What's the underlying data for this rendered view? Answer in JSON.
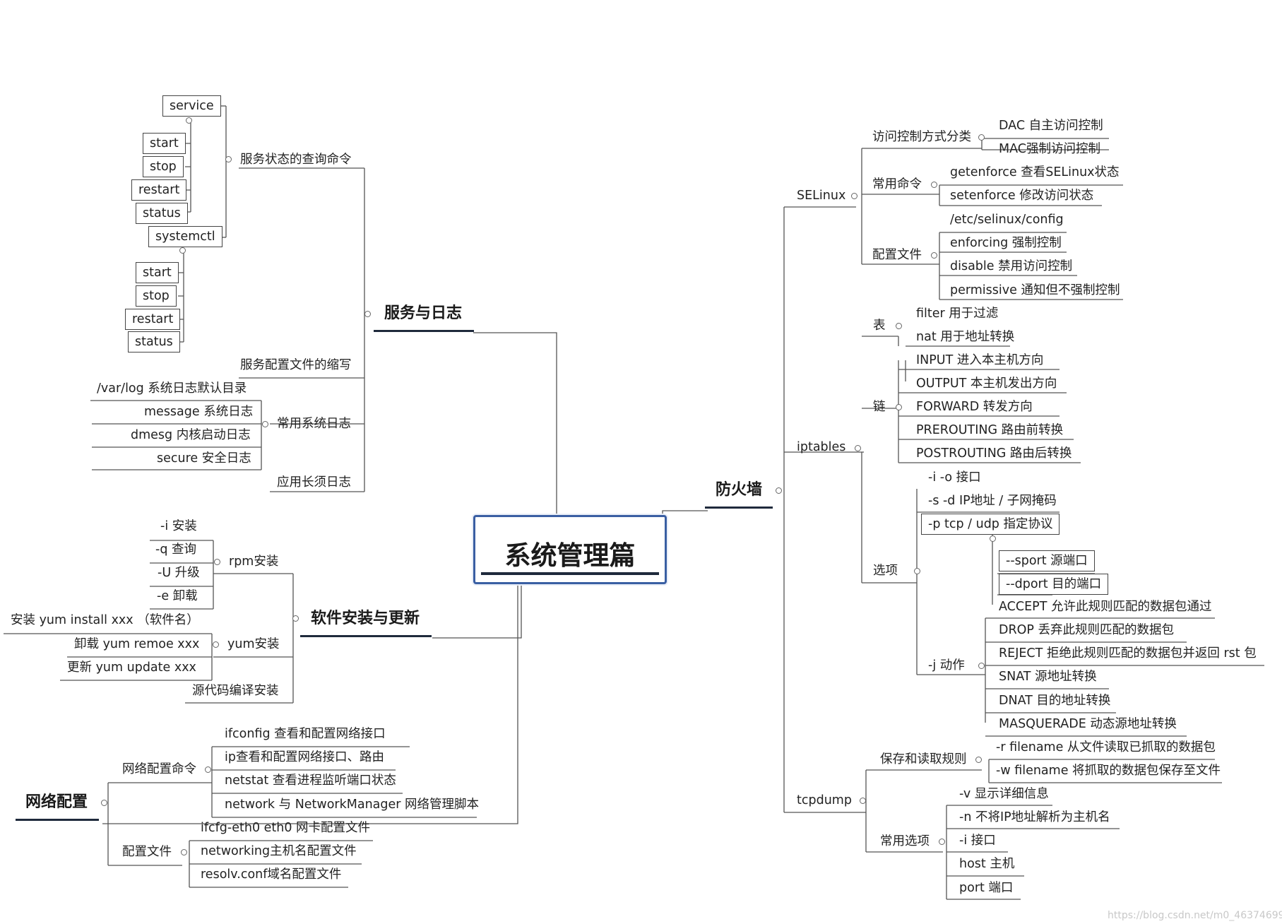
{
  "root": "系统管理篇",
  "services": {
    "title": "服务与日志",
    "status_query": "服务状态的查询命令",
    "service": "service",
    "service_ops": [
      "start",
      "stop",
      "restart",
      "status"
    ],
    "systemctl": "systemctl",
    "systemctl_ops": [
      "start",
      "stop",
      "restart",
      "status"
    ],
    "config_abbr": "服务配置文件的缩写",
    "log_dir": "/var/log  系统日志默认目录",
    "common_logs": "常用系统日志",
    "logs": [
      "message 系统日志",
      "dmesg 内核启动日志",
      "secure 安全日志"
    ],
    "app_logs": "应用长须日志"
  },
  "software": {
    "title": "软件安装与更新",
    "rpm": "rpm安装",
    "rpm_opts": [
      "-i  安装",
      "-q  查询",
      "-U 升级",
      "-e  卸载"
    ],
    "yum_install_line": "安装  yum  install  xxx  （软件名）",
    "yum": "yum安装",
    "yum_opts": [
      "卸载  yum remoe  xxx",
      "更新  yum  update  xxx"
    ],
    "source": "源代码编译安装"
  },
  "network": {
    "title": "网络配置",
    "commands": "网络配置命令",
    "command_items": [
      "ifconfig  查看和配置网络接口",
      "ip查看和配置网络接口、路由",
      "netstat  查看进程监听端口状态",
      "network 与 NetworkManager 网络管理脚本"
    ],
    "config_files": "配置文件",
    "config_items": [
      "ifcfg-eth0 eth0 网卡配置文件",
      "networking主机名配置文件",
      "resolv.conf域名配置文件"
    ]
  },
  "firewall": {
    "title": "防火墙",
    "selinux": "SELinux",
    "access_class": "访问控制方式分类",
    "access_items": [
      "DAC 自主访问控制",
      "MAC强制访问控制"
    ],
    "common_cmds": "常用命令",
    "cmd_items": [
      "getenforce  查看SELinux状态",
      "setenforce  修改访问状态"
    ],
    "config_file": "配置文件",
    "config_items": [
      "/etc/selinux/config",
      "enforcing 强制控制",
      "disable  禁用访问控制",
      "permissive  通知但不强制控制"
    ],
    "iptables": "iptables",
    "tables": "表",
    "table_items": [
      "filter 用于过滤",
      "nat  用于地址转换"
    ],
    "chains": "链",
    "chain_items": [
      "INPUT 进入本主机方向",
      "OUTPUT 本主机发出方向",
      "FORWARD  转发方向",
      "PREROUTING  路由前转换",
      "POSTROUTING  路由后转换"
    ],
    "options": "选项",
    "option_items": [
      "-i -o 接口",
      "-s -d IP地址 / 子网掩码",
      "-p  tcp / udp  指定协议"
    ],
    "port_items": [
      "--sport  源端口",
      "--dport  目的端口"
    ],
    "action": "-j  动作",
    "action_items": [
      "ACCEPT  允许此规则匹配的数据包通过",
      "DROP  丢弃此规则匹配的数据包",
      "REJECT  拒绝此规则匹配的数据包并返回  rst  包",
      "SNAT  源地址转换",
      "DNAT  目的地址转换",
      "MASQUERADE  动态源地址转换"
    ],
    "tcpdump": "tcpdump",
    "save_read": "保存和读取规则",
    "save_items": [
      "-r  filename  从文件读取已抓取的数据包",
      "-w filename  将抓取的数据包保存至文件"
    ],
    "common_opts": "常用选项",
    "opt_items": [
      "-v  显示详细信息",
      "-n  不将IP地址解析为主机名",
      "-i  接口",
      "host  主机",
      "port 端口"
    ]
  },
  "watermark": "https://blog.csdn.net/m0_46374699"
}
